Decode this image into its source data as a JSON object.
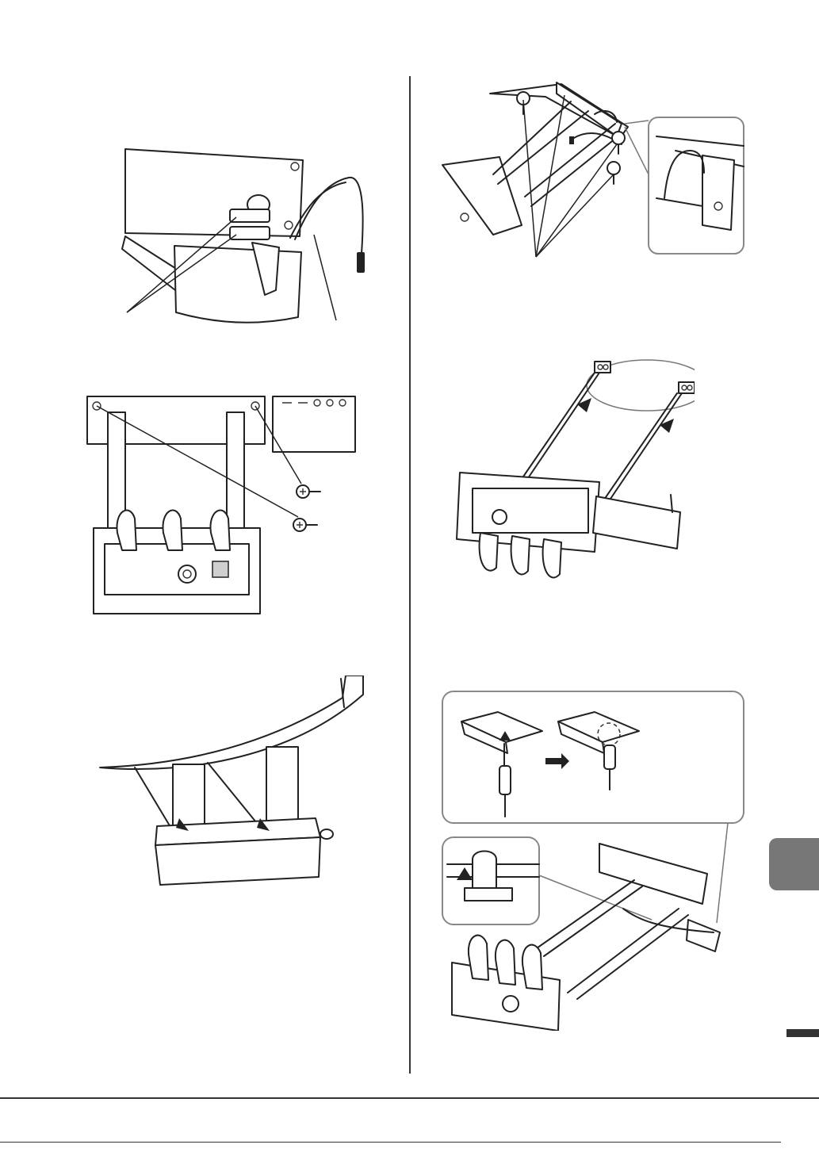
{
  "page": {
    "section_tab_color": "#777777",
    "marker_color": "#333333"
  },
  "illustrations": [
    {
      "id": "cord-clamps",
      "icon": "cord-clamp-illustration"
    },
    {
      "id": "pedal-box-screws",
      "icon": "pedal-screws-illustration"
    },
    {
      "id": "legs-into-pedal-box",
      "icon": "legs-illustration"
    },
    {
      "id": "rear-panel-screws",
      "icon": "rear-panel-illustration"
    },
    {
      "id": "brackets-placement",
      "icon": "brackets-illustration"
    },
    {
      "id": "pedal-cord-connect",
      "icon": "cord-connect-illustration"
    }
  ]
}
